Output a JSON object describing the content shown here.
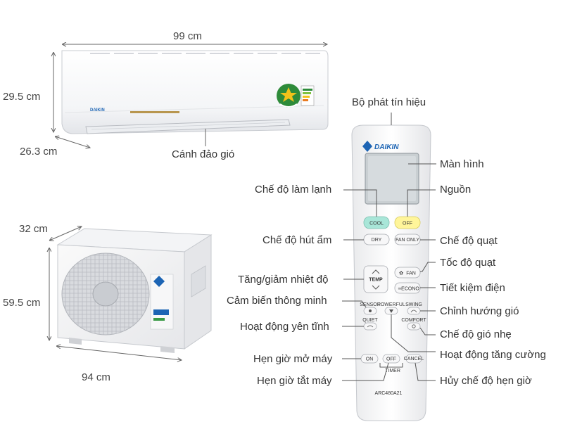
{
  "indoor_unit": {
    "width": "99 cm",
    "height": "29.5 cm",
    "depth": "26.3 cm",
    "louver_label": "Cánh đảo gió"
  },
  "outdoor_unit": {
    "depth": "32 cm",
    "height": "59.5 cm",
    "width": "94 cm"
  },
  "remote": {
    "brand": "DAIKIN",
    "model": "ARC480A21",
    "buttons": {
      "cool": "COOL",
      "off": "OFF",
      "dry": "DRY",
      "fan_only": "FAN ONLY",
      "temp": "TEMP",
      "fan": "FAN",
      "econo": "ECONO",
      "sensor": "SENSOR",
      "powerful": "POWERFUL",
      "swing": "SWING",
      "quiet": "QUIET",
      "comfort": "COMFORT",
      "timer_on": "ON",
      "timer_off": "OFF",
      "timer": "TIMER",
      "cancel": "CANCEL"
    }
  },
  "callouts": {
    "emitter": "Bộ phát tín hiệu",
    "screen": "Màn hình",
    "cool_mode": "Chế độ làm lạnh",
    "power": "Nguồn",
    "dry_mode": "Chế độ hút ẩm",
    "fan_mode": "Chế độ quạt",
    "fan_speed": "Tốc độ quạt",
    "temp_adjust": "Tăng/giảm nhiệt độ",
    "econo": "Tiết kiệm điện",
    "smart_sensor": "Cảm biến thông minh",
    "swing": "Chỉnh hướng gió",
    "quiet": "Hoạt động yên tĩnh",
    "comfort": "Chế độ gió nhẹ",
    "powerful": "Hoạt động tăng cường",
    "timer_on": "Hẹn giờ mở máy",
    "timer_off": "Hẹn giờ tắt máy",
    "timer_cancel": "Hủy chế độ hẹn giờ"
  },
  "colors": {
    "cool_button": "#a8e6d8",
    "off_button": "#fff59a",
    "brand_blue": "#1c64b4",
    "energy_star_green": "#2e8b3a"
  }
}
